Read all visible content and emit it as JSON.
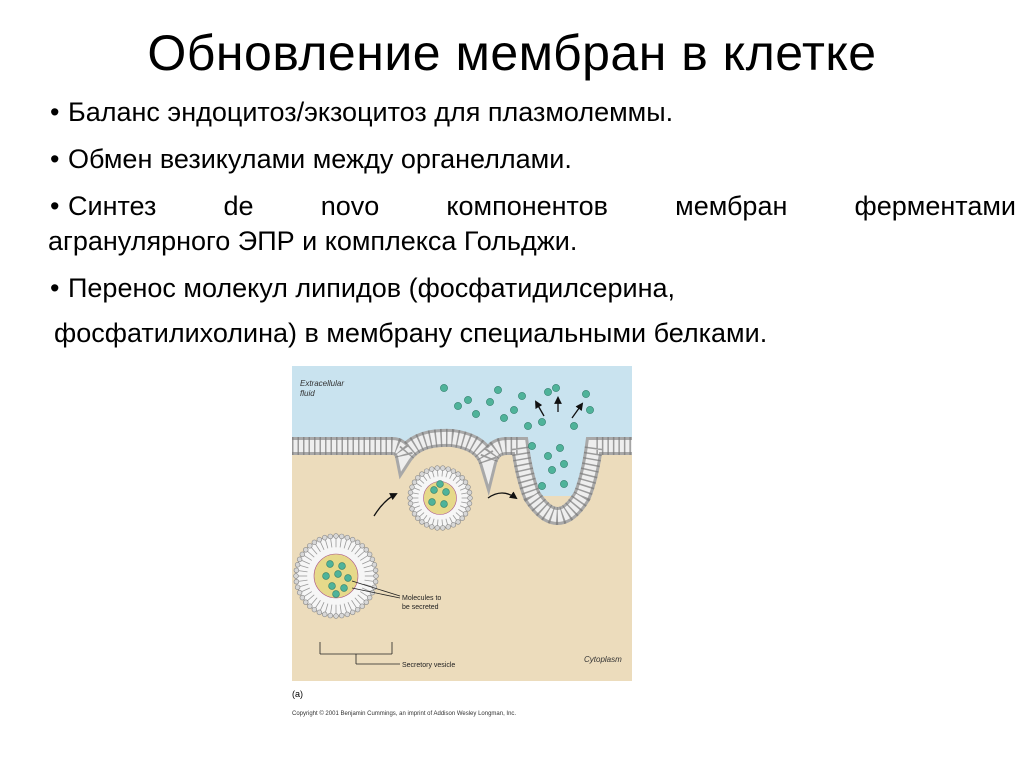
{
  "slide": {
    "title": "Обновление мембран в клетке",
    "bullet_char": "•",
    "bullets": [
      "Баланс эндоцитоз/экзоцитоз для плазмолеммы.",
      "Обмен везикулами между органеллами.",
      "Синтез de novo компонентов мембран ферментами агранулярного ЭПР и комплекса Гольджи.",
      "Перенос молекул липидов (фосфатидилсерина, фосфатилихолина) в мембрану специальными белками."
    ],
    "bullet3_line1_words": [
      "Синтез",
      "de",
      "novo",
      "компонентов",
      "мембран",
      "ферментами"
    ],
    "bullet3_line2": "агранулярного ЭПР и комплекса Гольджи.",
    "bullet4_line1": "Перенос молекул липидов (фосфатидилсерина,",
    "bullet4_line2": "фосфатилихолина) в мембрану специальными белками."
  },
  "figure": {
    "label_extracellular_1": "Extracellular",
    "label_extracellular_2": "fluid",
    "label_molecules_1": "Molecules to",
    "label_molecules_2": "be secreted",
    "label_vesicle": "Secretory vesicle",
    "label_cytoplasm": "Cytoplasm",
    "panel_label": "(a)",
    "copyright": "Copyright © 2001 Benjamin Cummings, an imprint of Addison Wesley Longman, Inc.",
    "colors": {
      "extracellular": "#c9e3ef",
      "cytoplasm": "#ecdcbc",
      "lipid_head": "#d7d7d7",
      "molecule": "#4fb39a",
      "vesicle_lumen": "#e6d98a"
    }
  }
}
